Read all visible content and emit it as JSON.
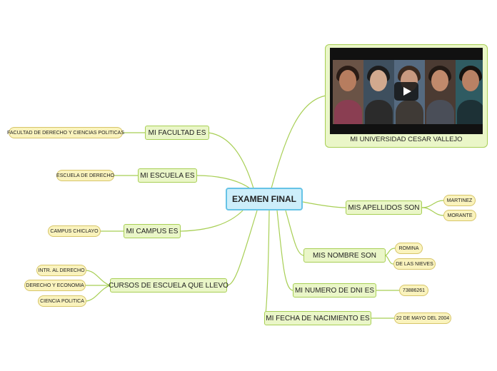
{
  "central": "EXAMEN FINAL",
  "video": {
    "caption": "MI UNIVERSIDAD CESAR VALLEJO",
    "icon": "play-icon"
  },
  "branches": {
    "facultad": {
      "label": "MI FACULTAD ES",
      "leaves": [
        "FACULTAD DE DERECHO Y CIENCIAS POLITICAS"
      ]
    },
    "escuela": {
      "label": "MI ESCUELA ES",
      "leaves": [
        "ESCUELA DE DERECHO"
      ]
    },
    "campus": {
      "label": "MI CAMPUS ES",
      "leaves": [
        "CAMPUS CHICLAYO"
      ]
    },
    "cursos": {
      "label": "CURSOS DE ESCUELA QUE LLEVO",
      "leaves": [
        "INTR. AL DERECHO",
        "DERECHO Y ECONOMIA",
        "CIENCIA POLITICA"
      ]
    },
    "apellidos": {
      "label": "MIS APELLIDOS SON",
      "leaves": [
        "MARTINEZ",
        "MORANTE"
      ]
    },
    "nombre": {
      "label": "MIS NOMBRE SON",
      "leaves": [
        "ROMINA",
        "DE LAS NIEVES"
      ]
    },
    "dni": {
      "label": "MI NUMERO DE DNI ES",
      "leaves": [
        "73886261"
      ]
    },
    "nacimiento": {
      "label": "MI FECHA DE NACIMIENTO ES",
      "leaves": [
        "22 DE MAYO DEL 2004"
      ]
    }
  },
  "colors": {
    "central_fill": "#cdeefa",
    "central_border": "#66c3e6",
    "main_fill": "#eaf6c8",
    "main_border": "#a8cf55",
    "leaf_fill": "#faf3bd",
    "leaf_border": "#d7c56a",
    "connector": "#a8cf55"
  }
}
